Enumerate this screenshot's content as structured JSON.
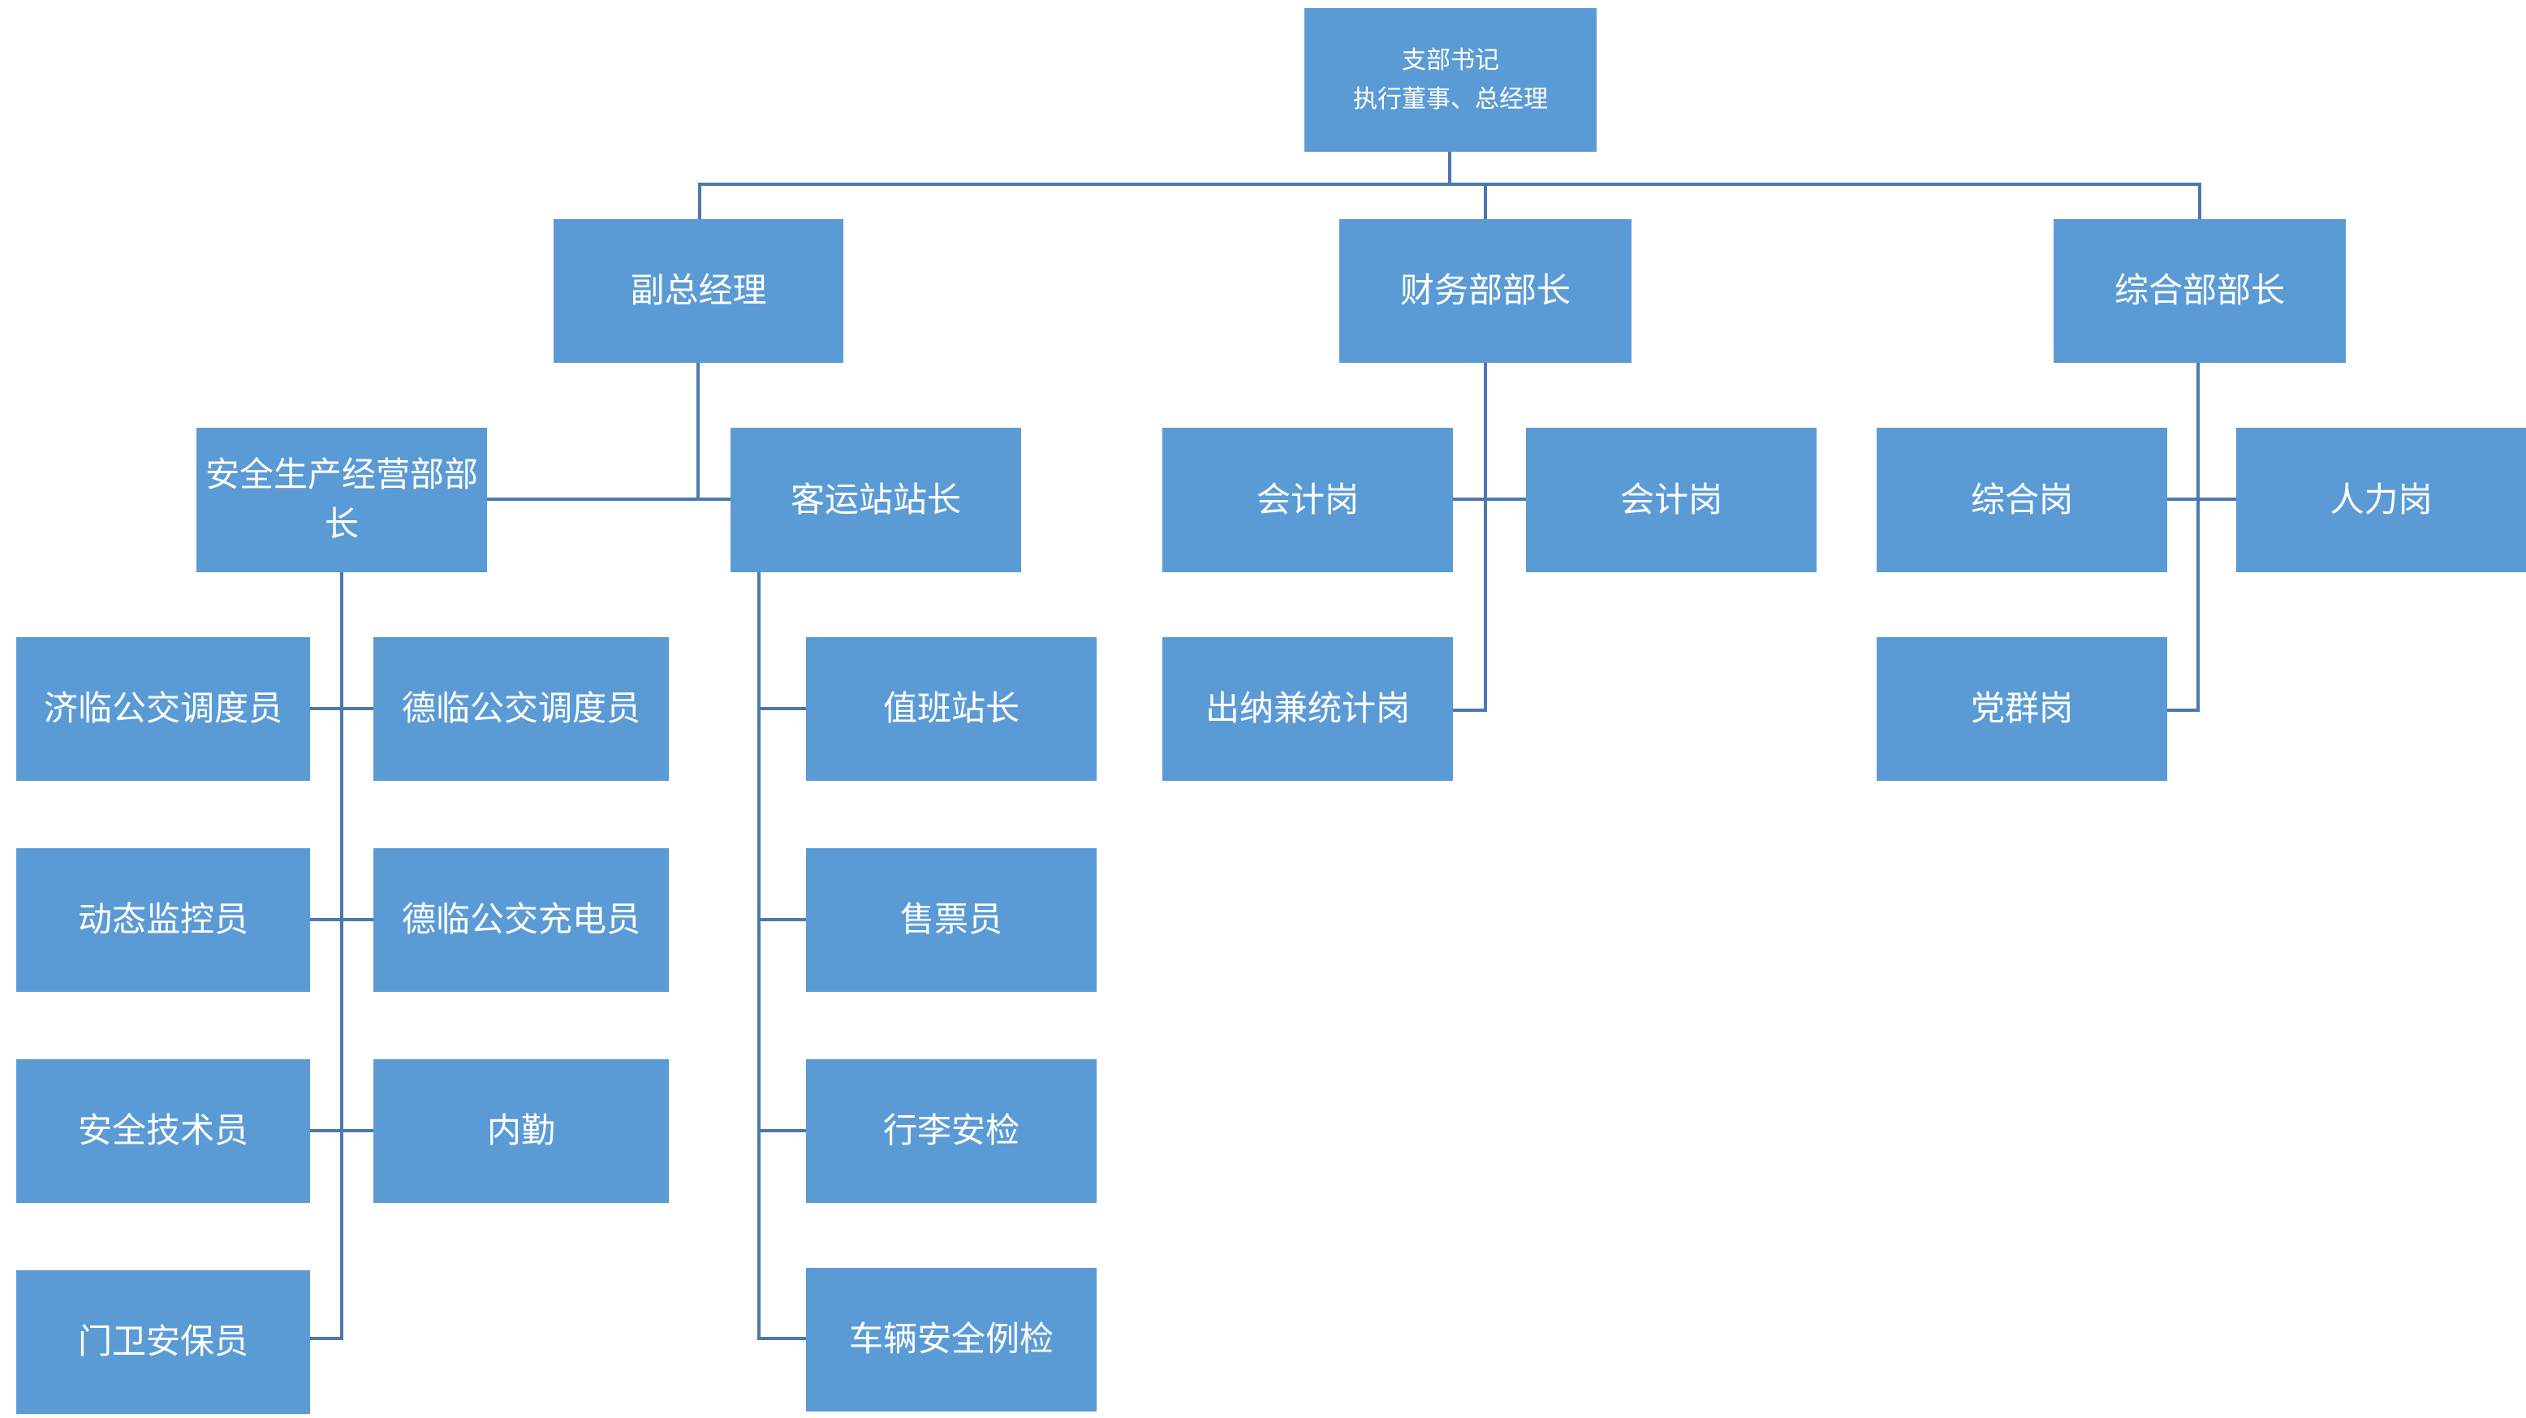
{
  "diagram": {
    "type": "org-chart",
    "colors": {
      "node_fill": "#5B9BD5",
      "node_text": "#FFFFFF",
      "connector": "#4A79AD",
      "background": "#FFFFFF"
    },
    "nodes": [
      {
        "id": "branch-secretary",
        "label": "支部书记",
        "label2": "执行董事、总经理",
        "level": 1
      },
      {
        "id": "deputy-gm",
        "label": "副总经理",
        "level": 2
      },
      {
        "id": "finance-dept-head",
        "label": "财务部部长",
        "level": 2
      },
      {
        "id": "general-dept-head",
        "label": "综合部部长",
        "level": 2
      },
      {
        "id": "safety-production-dept-head",
        "label": "安全生产经营部部长",
        "level": 3
      },
      {
        "id": "passenger-station-master",
        "label": "客运站站长",
        "level": 3
      },
      {
        "id": "accountant-1",
        "label": "会计岗",
        "level": 3
      },
      {
        "id": "accountant-2",
        "label": "会计岗",
        "level": 3
      },
      {
        "id": "cashier-statistician",
        "label": "出纳兼统计岗",
        "level": 4
      },
      {
        "id": "general-post",
        "label": "综合岗",
        "level": 3
      },
      {
        "id": "hr-post",
        "label": "人力岗",
        "level": 3
      },
      {
        "id": "party-mass-post",
        "label": "党群岗",
        "level": 4
      },
      {
        "id": "jilin-bus-dispatcher",
        "label": "济临公交调度员",
        "level": 4
      },
      {
        "id": "delin-bus-dispatcher",
        "label": "德临公交调度员",
        "level": 4
      },
      {
        "id": "dynamic-monitor",
        "label": "动态监控员",
        "level": 4
      },
      {
        "id": "delin-bus-charger",
        "label": "德临公交充电员",
        "level": 4
      },
      {
        "id": "safety-technician",
        "label": "安全技术员",
        "level": 4
      },
      {
        "id": "office-clerk",
        "label": "内勤",
        "level": 4
      },
      {
        "id": "gate-security-guard",
        "label": "门卫安保员",
        "level": 4
      },
      {
        "id": "duty-station-master",
        "label": "值班站长",
        "level": 4
      },
      {
        "id": "ticket-seller",
        "label": "售票员",
        "level": 4
      },
      {
        "id": "luggage-security-check",
        "label": "行李安检",
        "level": 4
      },
      {
        "id": "vehicle-safety-inspection",
        "label": "车辆安全例检",
        "level": 4
      }
    ],
    "edges": [
      [
        "branch-secretary",
        "deputy-gm"
      ],
      [
        "branch-secretary",
        "finance-dept-head"
      ],
      [
        "branch-secretary",
        "general-dept-head"
      ],
      [
        "deputy-gm",
        "safety-production-dept-head"
      ],
      [
        "deputy-gm",
        "passenger-station-master"
      ],
      [
        "finance-dept-head",
        "accountant-1"
      ],
      [
        "finance-dept-head",
        "accountant-2"
      ],
      [
        "finance-dept-head",
        "cashier-statistician"
      ],
      [
        "general-dept-head",
        "general-post"
      ],
      [
        "general-dept-head",
        "hr-post"
      ],
      [
        "general-dept-head",
        "party-mass-post"
      ],
      [
        "safety-production-dept-head",
        "jilin-bus-dispatcher"
      ],
      [
        "safety-production-dept-head",
        "delin-bus-dispatcher"
      ],
      [
        "safety-production-dept-head",
        "dynamic-monitor"
      ],
      [
        "safety-production-dept-head",
        "delin-bus-charger"
      ],
      [
        "safety-production-dept-head",
        "safety-technician"
      ],
      [
        "safety-production-dept-head",
        "office-clerk"
      ],
      [
        "safety-production-dept-head",
        "gate-security-guard"
      ],
      [
        "passenger-station-master",
        "duty-station-master"
      ],
      [
        "passenger-station-master",
        "ticket-seller"
      ],
      [
        "passenger-station-master",
        "luggage-security-check"
      ],
      [
        "passenger-station-master",
        "vehicle-safety-inspection"
      ]
    ]
  }
}
